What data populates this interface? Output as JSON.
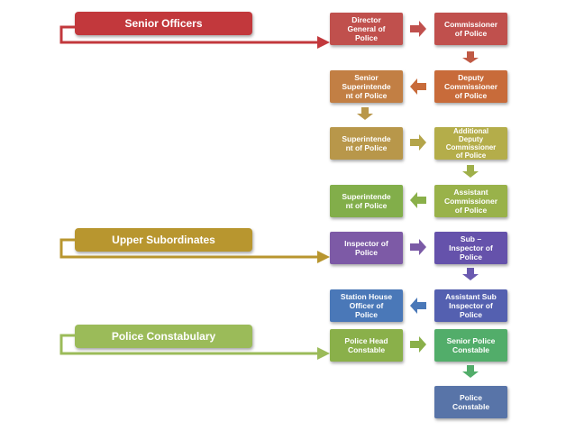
{
  "categories": {
    "senior": "Senior Officers",
    "upper": "Upper Subordinates",
    "constabulary": "Police Constabulary"
  },
  "boxes": {
    "dgp": "Director\nGeneral of\nPolice",
    "commissioner": "Commissioner\nof Police",
    "deputy_commissioner": "Deputy\nCommissioner\nof Police",
    "senior_superintendent": "Senior\nSuperintende\nnt of Police",
    "superintendent_1": "Superintende\nnt of Police",
    "additional_dcp": "Additional\nDeputy\nCommissioner\nof Police",
    "assistant_commissioner": "Assistant\nCommissioner\nof Police",
    "superintendent_2": "Superintende\nnt  of Police",
    "inspector": "Inspector of\nPolice",
    "sub_inspector": "Sub –\nInspector of\nPolice",
    "asi": "Assistant Sub\nInspector of\nPolice",
    "sho": "Station House\nOfficer of\nPolice",
    "head_constable": "Police Head\nConstable",
    "senior_constable": "Senior Police\nConstable",
    "constable": "Police\nConstable"
  },
  "colors": {
    "red": "#c0504d",
    "red_cat": "#c2383c",
    "orange": "#c86b3a",
    "olive": "#b4a54a",
    "green": "#8ab04a",
    "purple": "#7a5aa6",
    "blue": "#4a78b8",
    "green2": "#52ad6a",
    "slate": "#5874a8",
    "cat_olive": "#b8962f",
    "cat_green": "#9bbb59"
  }
}
